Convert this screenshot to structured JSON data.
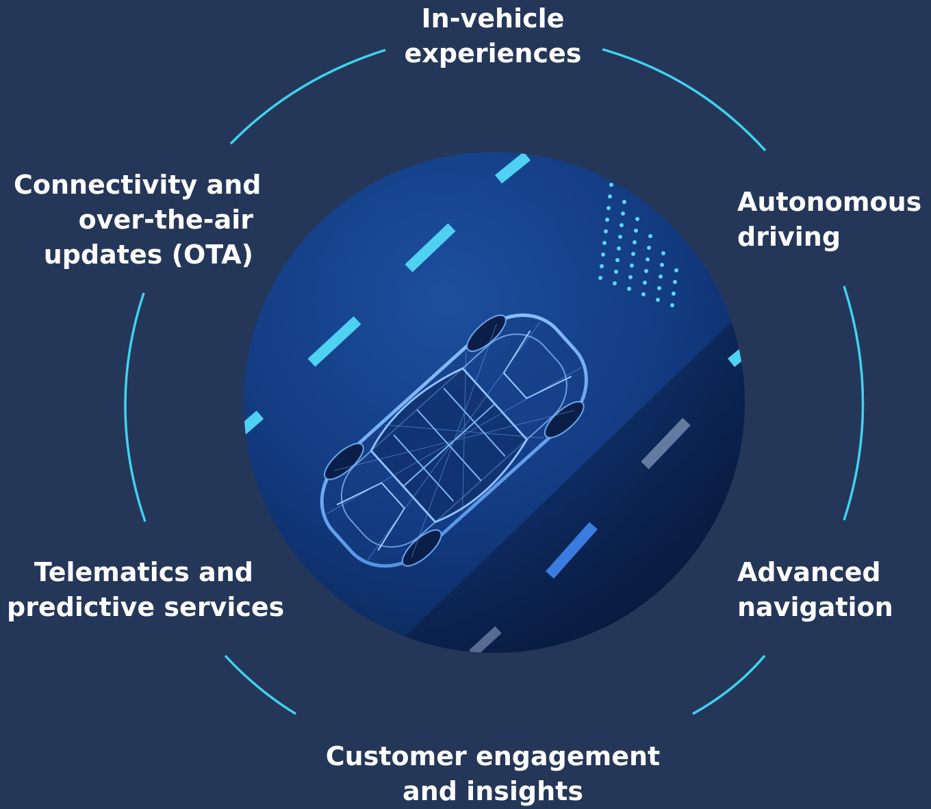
{
  "diagram": {
    "center_image": "wireframe-car-on-road",
    "accent_color": "#3fd3f0",
    "background_color": "#253759",
    "segments": [
      {
        "id": "top",
        "lines": [
          "In-vehicle",
          "experiences"
        ]
      },
      {
        "id": "conn",
        "lines": [
          "Connectivity and",
          "over-the-air",
          "updates (OTA)"
        ]
      },
      {
        "id": "auto",
        "lines": [
          "Autonomous",
          "driving"
        ]
      },
      {
        "id": "tele",
        "lines": [
          "Telematics and",
          "predictive services"
        ]
      },
      {
        "id": "nav",
        "lines": [
          "Advanced",
          "navigation"
        ]
      },
      {
        "id": "bottom",
        "lines": [
          "Customer engagement",
          "and insights"
        ]
      }
    ]
  }
}
